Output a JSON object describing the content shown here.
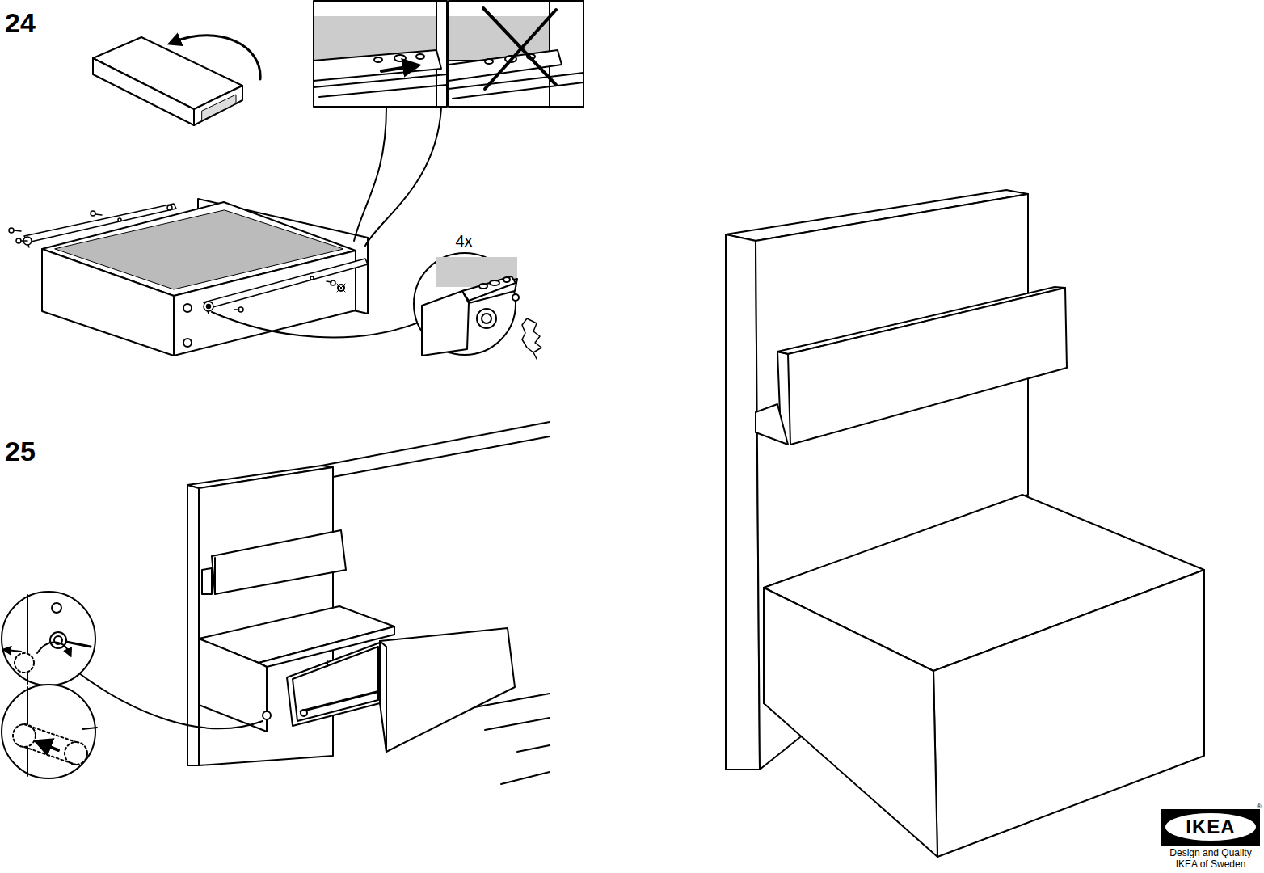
{
  "diagram": {
    "labels": [
      "24",
      "4x",
      "25",
      "IKEA",
      "®",
      "Design and Quality IKEA of Sweden"
    ]
  }
}
